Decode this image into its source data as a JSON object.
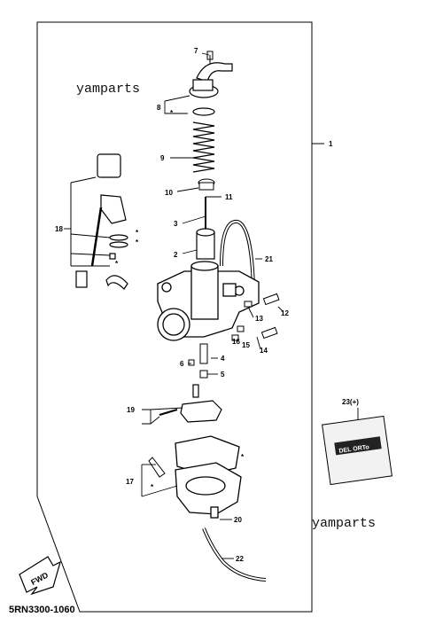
{
  "watermarks": [
    "yamparts",
    "yamparts"
  ],
  "diagram_code": "5RN3300-1060",
  "fwd_label": "FWD",
  "assembly_number": "1",
  "callouts": [
    "2",
    "3",
    "4",
    "5",
    "6",
    "7",
    "8",
    "9",
    "10",
    "11",
    "12",
    "13",
    "14",
    "15",
    "16",
    "17",
    "18",
    "19",
    "20",
    "21",
    "22"
  ],
  "bag_label": "23(+)",
  "bag_brand": "DEL ORTo",
  "asterisk": "*"
}
